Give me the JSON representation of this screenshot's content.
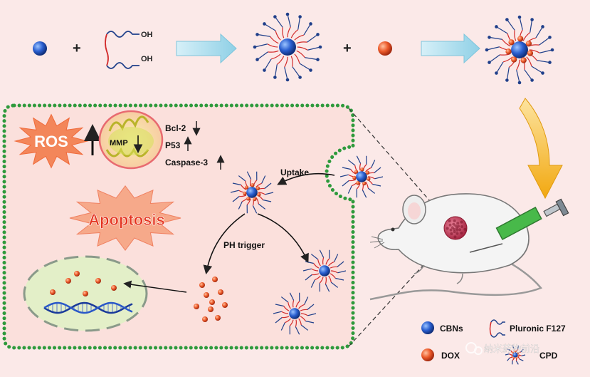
{
  "top_row": {
    "plus_1": "+",
    "polymer_oh_top": "OH",
    "polymer_oh_bottom": "OH",
    "plus_2": "+"
  },
  "cell": {
    "ros": "ROS",
    "mmp": "MMP",
    "markers": [
      {
        "name": "Bcl-2",
        "trend": "down"
      },
      {
        "name": "P53",
        "trend": "up"
      },
      {
        "name": "Caspase-3",
        "trend": "up"
      }
    ],
    "apoptosis": "Apoptosis",
    "uptake": "Uptake",
    "ph_trigger": "PH trigger"
  },
  "legend": {
    "cbns": "CBNs",
    "pluronic": "Pluronic F127",
    "dox": "DOX",
    "cpd": "CPD"
  },
  "watermark": "纳米药物前沿",
  "colors": {
    "background": "#fbe9e8",
    "cell_membrane": "#2e9a3c",
    "cbn_blue": "#2255c8",
    "dox_red": "#e8552b",
    "arrow_fill": "#a8dcec",
    "syringe_arrow": "#f2b21a",
    "burst_red": "#f07a50",
    "apoptosis_burst": "#f4a07a"
  }
}
